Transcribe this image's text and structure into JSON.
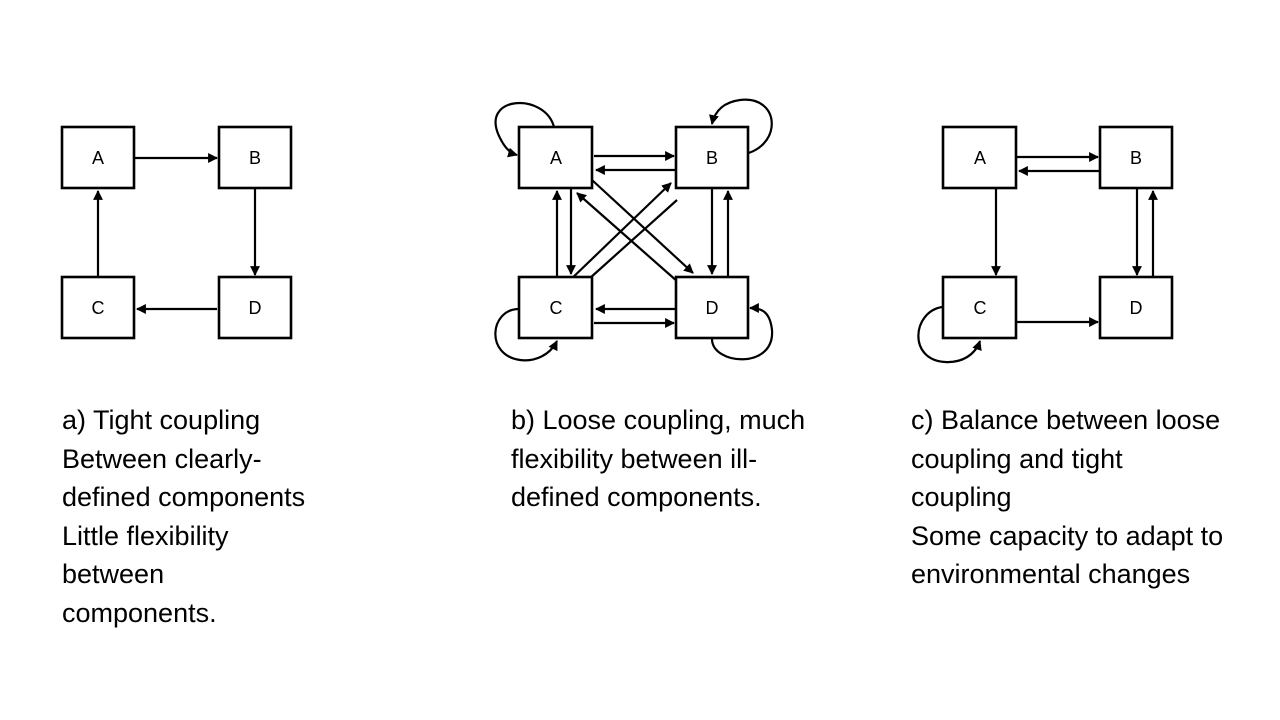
{
  "diagrams": [
    {
      "id": "a",
      "nodes": [
        "A",
        "B",
        "C",
        "D"
      ],
      "caption": [
        "a) Tight coupling",
        "Between clearly-",
        "defined components",
        "Little flexibility",
        "between",
        "components."
      ]
    },
    {
      "id": "b",
      "nodes": [
        "A",
        "B",
        "C",
        "D"
      ],
      "caption": [
        "b) Loose coupling, much",
        "flexibility between ill-",
        "defined components."
      ]
    },
    {
      "id": "c",
      "nodes": [
        "A",
        "B",
        "C",
        "D"
      ],
      "caption": [
        "c) Balance between loose",
        "coupling and tight",
        "coupling",
        "Some capacity to adapt to",
        "environmental changes"
      ]
    }
  ]
}
